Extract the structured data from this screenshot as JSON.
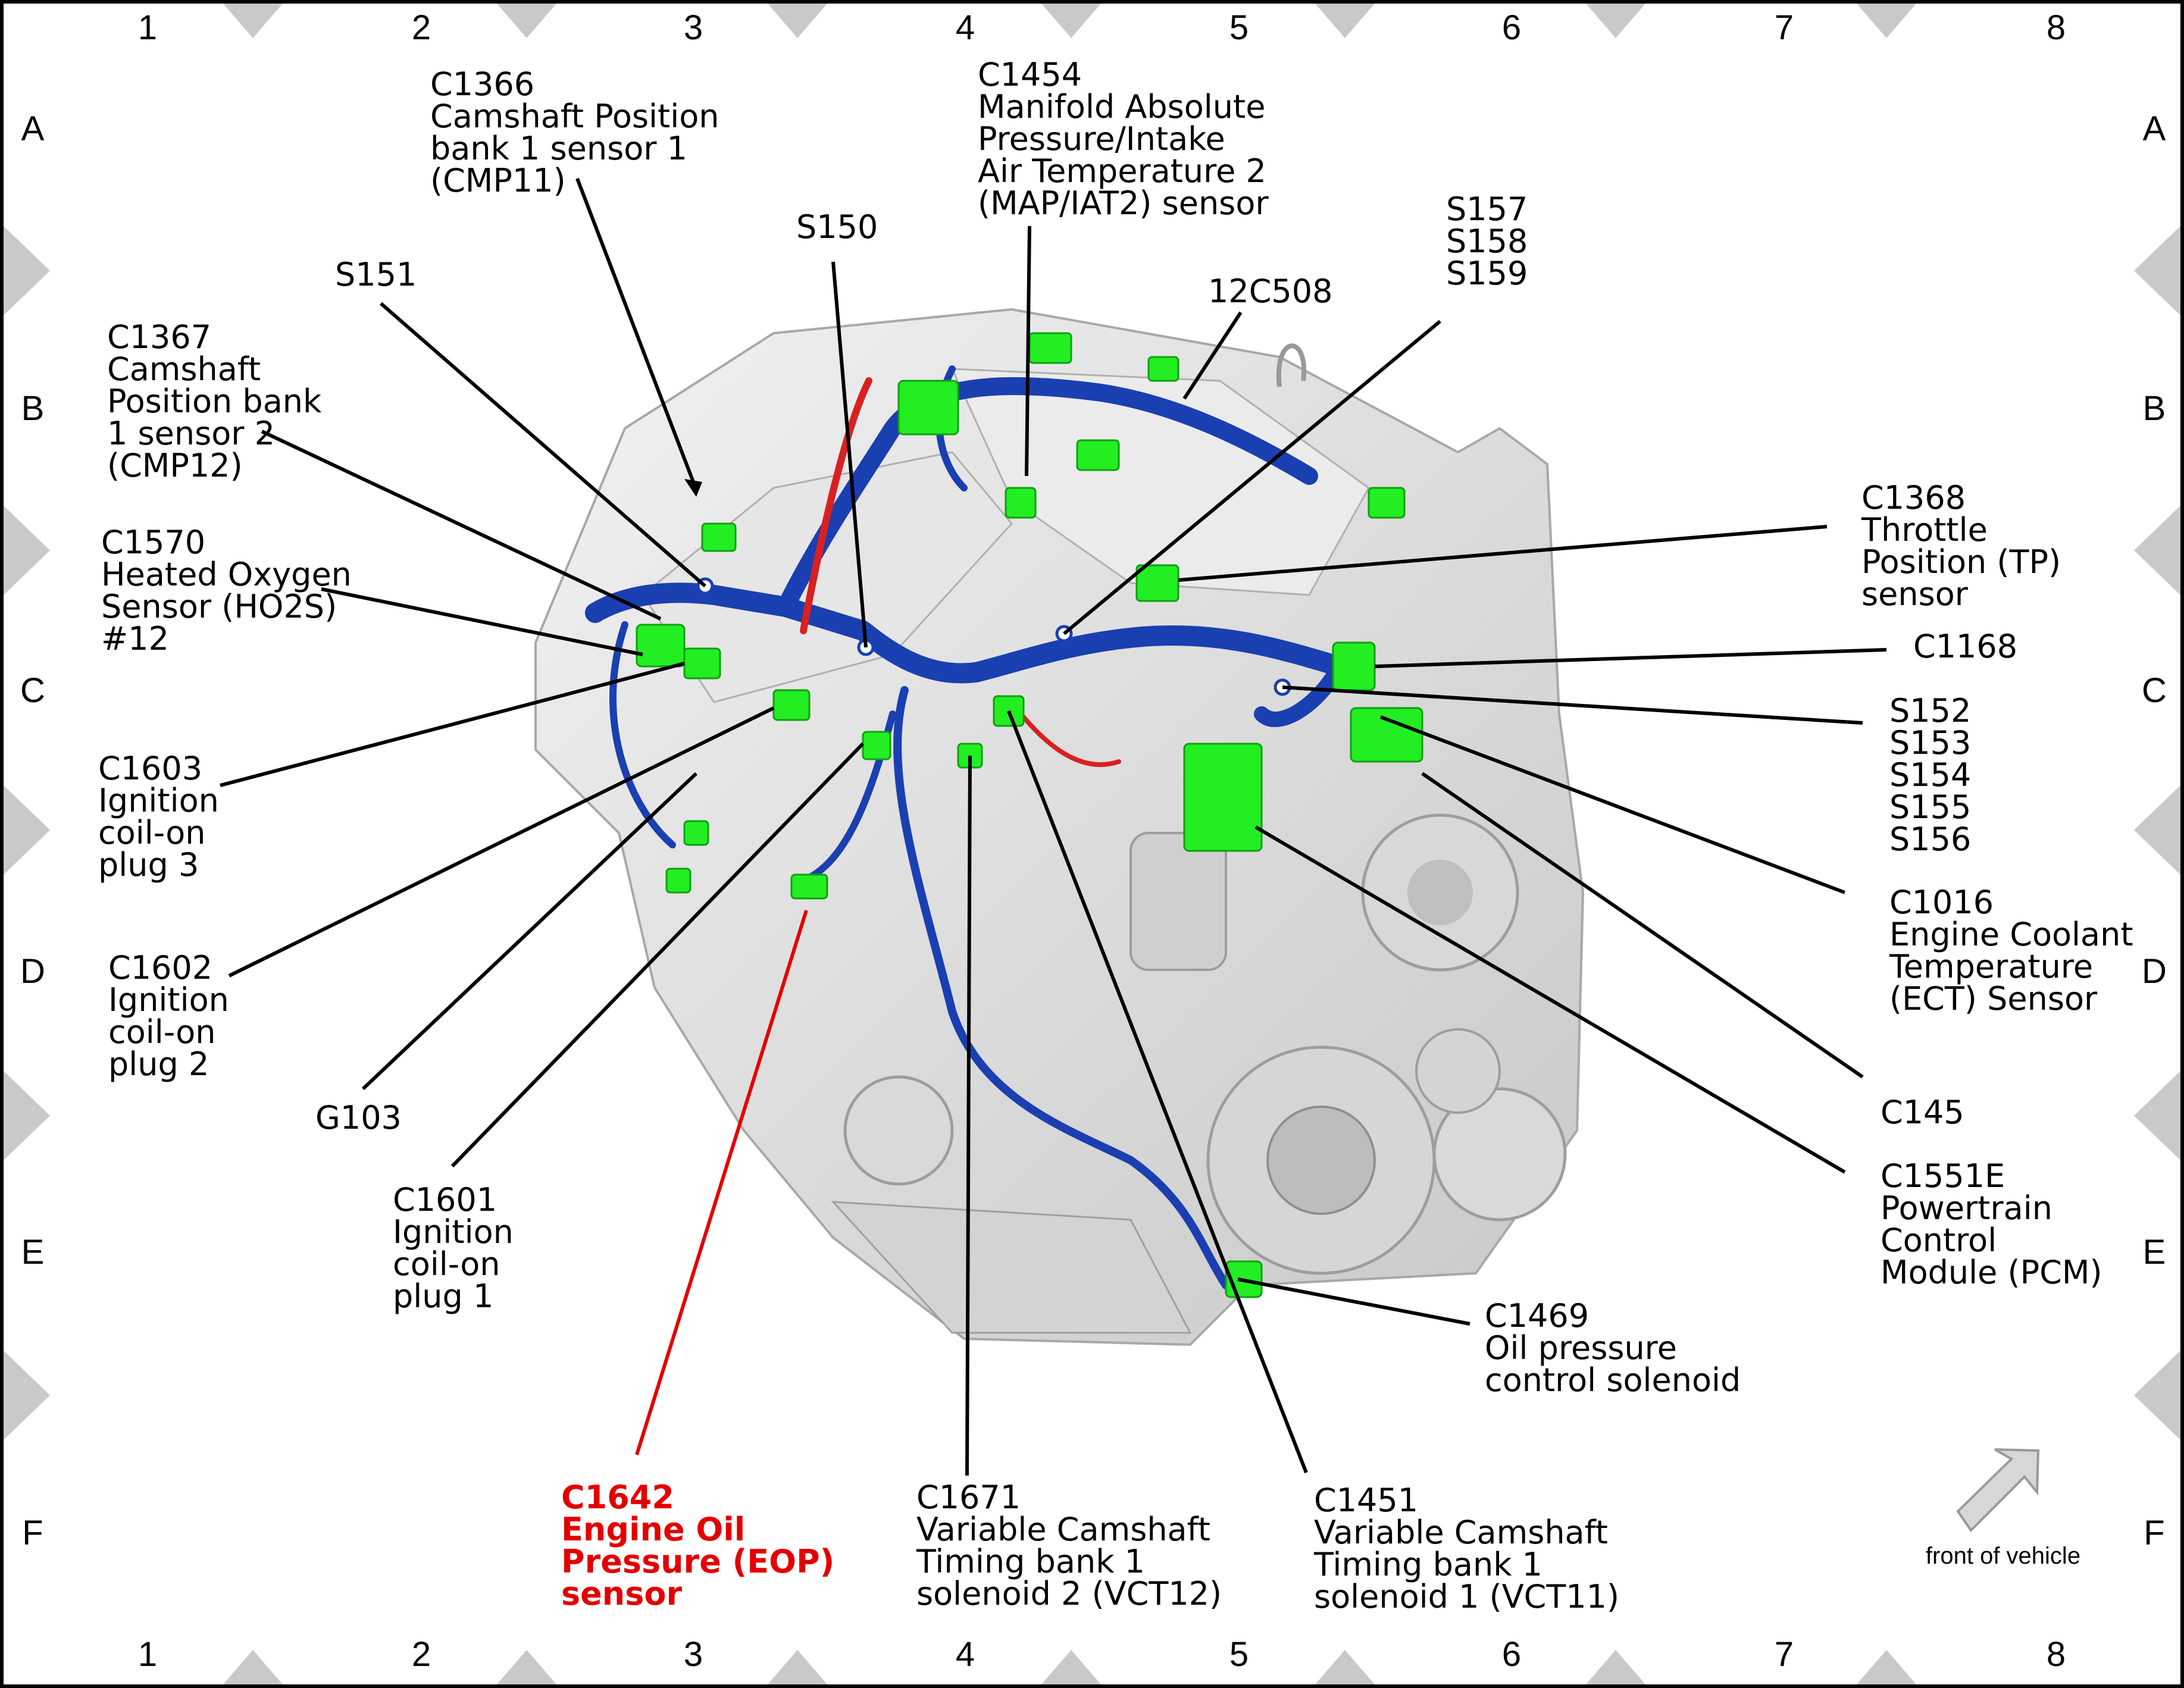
{
  "grid": {
    "columns": [
      "1",
      "2",
      "3",
      "4",
      "5",
      "6",
      "7",
      "8"
    ],
    "rows": [
      "A",
      "B",
      "C",
      "D",
      "E",
      "F"
    ]
  },
  "labels": {
    "c1366": [
      "C1366",
      "Camshaft Position",
      "bank 1 sensor 1",
      "(CMP11)"
    ],
    "c1454": [
      "C1454",
      "Manifold Absolute",
      "Pressure/Intake",
      "Air Temperature 2",
      "(MAP/IAT2) sensor"
    ],
    "s150": [
      "S150"
    ],
    "s157": [
      "S157",
      "S158",
      "S159"
    ],
    "c12c508": [
      "12C508"
    ],
    "s151": [
      "S151"
    ],
    "c1367": [
      "C1367",
      "Camshaft",
      "Position bank",
      "1 sensor 2",
      "(CMP12)"
    ],
    "c1570": [
      "C1570",
      "Heated Oxygen",
      "Sensor (HO2S)",
      "#12"
    ],
    "c1368": [
      "C1368",
      "Throttle",
      "Position (TP)",
      "sensor"
    ],
    "c1168": [
      "C1168"
    ],
    "s152": [
      "S152",
      "S153",
      "S154",
      "S155",
      "S156"
    ],
    "c1603": [
      "C1603",
      "Ignition",
      "coil-on",
      "plug 3"
    ],
    "c1016": [
      "C1016",
      "Engine Coolant",
      "Temperature",
      "(ECT) Sensor"
    ],
    "c1602": [
      "C1602",
      "Ignition",
      "coil-on",
      "plug 2"
    ],
    "c145": [
      "C145"
    ],
    "g103": [
      "G103"
    ],
    "c1551e": [
      "C1551E",
      "Powertrain",
      "Control",
      "Module (PCM)"
    ],
    "c1601": [
      "C1601",
      "Ignition",
      "coil-on",
      "plug 1"
    ],
    "c1469": [
      "C1469",
      "Oil pressure",
      "control solenoid"
    ],
    "c1642": [
      "C1642",
      "Engine Oil",
      "Pressure (EOP)",
      "sensor"
    ],
    "c1671": [
      "C1671",
      "Variable Camshaft",
      "Timing bank 1",
      "solenoid 2 (VCT12)"
    ],
    "c1451": [
      "C1451",
      "Variable Camshaft",
      "Timing bank 1",
      "solenoid 1 (VCT11)"
    ]
  },
  "front_of_vehicle": "front of vehicle",
  "colors": {
    "harness": "#1a3fb0",
    "connector": "#22ee22",
    "engine": "#dcdcdc",
    "highlight": "#e30000"
  }
}
